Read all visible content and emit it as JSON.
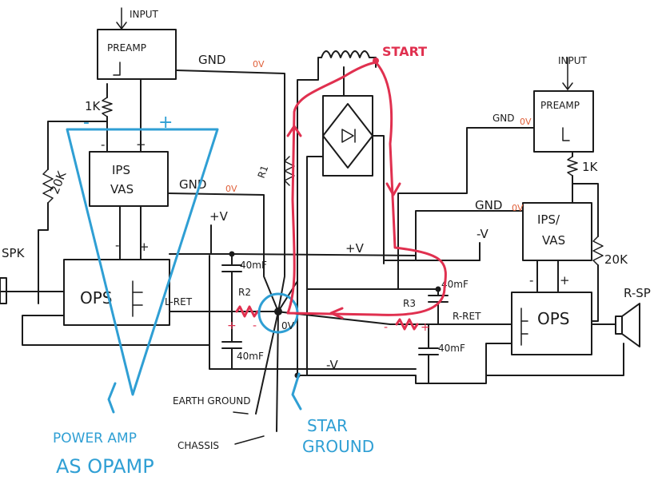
{
  "labels": {
    "input_left": "INPUT",
    "input_right": "INPUT",
    "preamp_left": "PREAMP",
    "preamp_right": "PREAMP",
    "gnd_top": "GND",
    "ov_top": "0V",
    "gnd_mid_left": "GND",
    "ov_mid_left": "0V",
    "gnd_right_top": "GND",
    "ov_right_top": "0V",
    "gnd_right_mid": "GND",
    "ov_right_mid": "0V",
    "ips_vas_left_1": "IPS",
    "ips_vas_left_2": "VAS",
    "ips_vas_right_1": "IPS/",
    "ips_vas_right_2": "VAS",
    "ops_left": "OPS",
    "ops_right": "OPS",
    "res_1k_left": "1K",
    "res_1k_right": "1K",
    "res_20k_left": "20K",
    "res_20k_right": "20K",
    "spk_left": "SPK",
    "spk_right": "R-SP",
    "l_ret": "L-RET",
    "r_ret": "R-RET",
    "plus_v_left": "+V",
    "plus_v_mid": "+V",
    "minus_v_right": "-V",
    "minus_v_bottom": "-V",
    "cap_1": "40mF",
    "cap_2": "40mF",
    "cap_3": "40mF",
    "cap_4": "40mF",
    "r1": "R1",
    "r2": "R2",
    "r3": "R3",
    "zero_v_star": "0V",
    "start": "START",
    "earth_ground": "EARTH GROUND",
    "chassis": "CHASSIS",
    "star_ground_1": "STAR",
    "star_ground_2": "GROUND",
    "power_amp_1": "POWER AMP",
    "power_amp_2": "AS OPAMP",
    "minus_sign": "-",
    "plus_sign": "+"
  },
  "colors": {
    "ink": "#1b1b1b",
    "annotation_blue": "#2f9fd4",
    "path_red": "#e0304f",
    "label_orange": "#e0603a"
  }
}
